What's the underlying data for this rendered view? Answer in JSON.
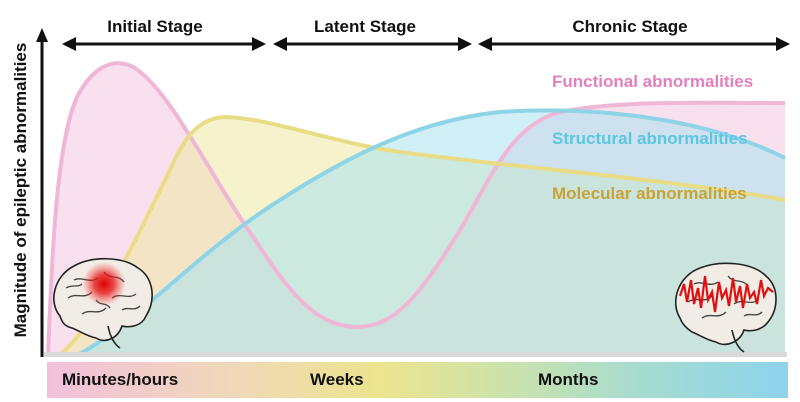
{
  "axis": {
    "ylabel": "Magnitude of epileptic abnormalities"
  },
  "stages": [
    {
      "label": "Initial Stage"
    },
    {
      "label": "Latent Stage"
    },
    {
      "label": "Chronic Stage"
    }
  ],
  "series": [
    {
      "name": "Functional abnormalities",
      "color": "#e47fbf",
      "fill": "#f4c7e1"
    },
    {
      "name": "Structural abnormalities",
      "color": "#5dc6e0",
      "fill": "#a9e2ee"
    },
    {
      "name": "Molecular abnormalities",
      "color": "#c9a335",
      "fill": "#ede7a2"
    }
  ],
  "time_axis": {
    "labels": [
      "Minutes/hours",
      "Weeks",
      "Months"
    ]
  },
  "icons": [
    "brain-lesion-icon",
    "brain-eeg-icon"
  ]
}
